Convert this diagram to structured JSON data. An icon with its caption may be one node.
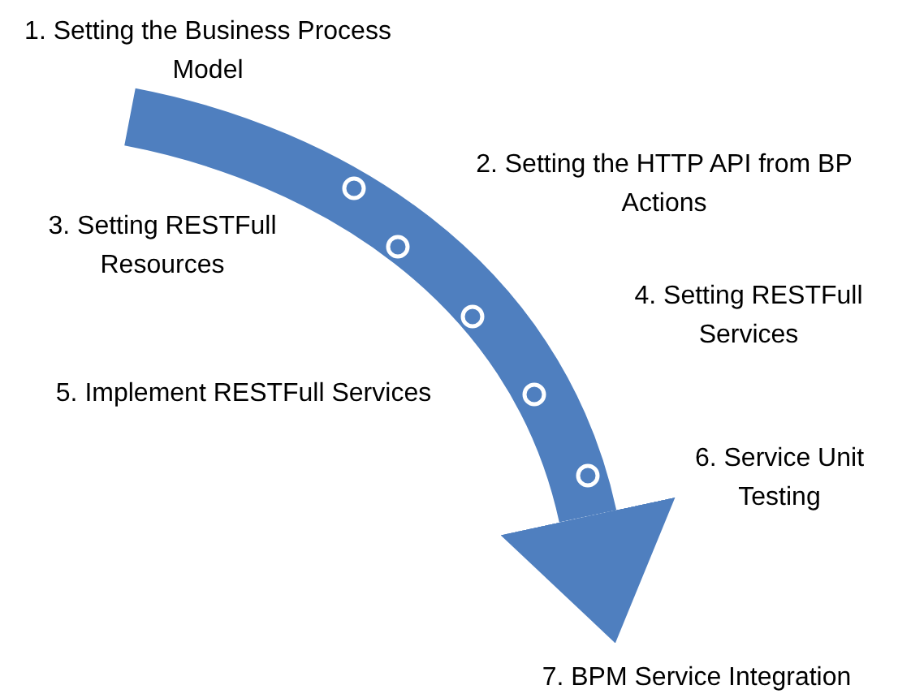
{
  "diagram": {
    "nodes": [
      {
        "text": [
          "1. Setting the Business Process Model"
        ]
      },
      {
        "text": [
          "7. BPM Service Integration"
        ]
      }
    ],
    "edges": [
      {
        "from": 0,
        "to": 1,
        "arrow": "to"
      }
    ],
    "labels": [
      "2. Setting the HTTP API from BP Actions",
      "3. Setting RESTFull Resources",
      "4. Setting RESTFull Services",
      "5. Implement RESTFull Services",
      "6. Service Unit Testing"
    ]
  }
}
